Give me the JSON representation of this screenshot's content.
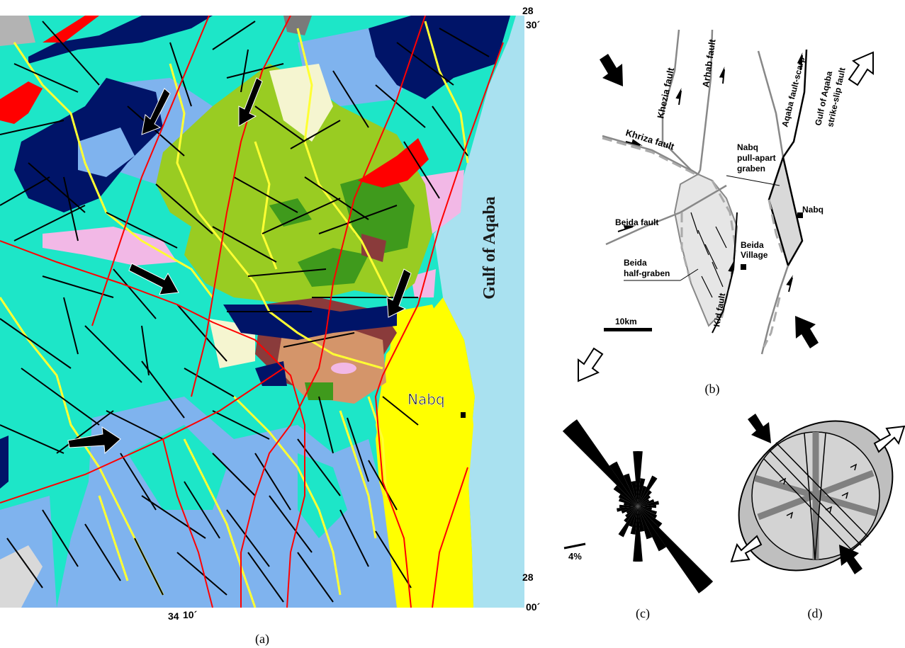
{
  "panel_a": {
    "caption": "(a)",
    "sea_label": "Gulf of Aqaba",
    "town_label": "Nabq",
    "lat_top_deg": "28",
    "lat_top_min": "30´",
    "lat_bottom_deg": "28",
    "lat_bottom_min": "00´",
    "lon_label_deg": "34",
    "lon_label_min": "10´",
    "colors": {
      "sea": "#a9e1f0",
      "coastal_plain": "#ffff00",
      "cyan_unit": "#1de6c8",
      "light_blue_unit": "#7fb3ee",
      "dark_blue_unit": "#001468",
      "green_unit": "#99cc22",
      "dark_green_unit": "#3f9a1c",
      "brown_unit": "#8a3b3b",
      "tan_unit": "#d4956a",
      "pink_unit": "#f2b8e6",
      "red_unit": "#ff0000",
      "grey_unit": "#b3b3b3",
      "cream_unit": "#f5f5d0",
      "fault": "#ff0000",
      "lineament": "#000000",
      "wadi": "#ffff33"
    }
  },
  "panel_b": {
    "caption": "(b)",
    "khezia": "Khezia fault",
    "arhab": "Arhab fault",
    "aqaba_scarp": "Aqaba fault-scarp",
    "gulf_line1": "Gulf of Aqaba",
    "gulf_line2": "strike-slip fault",
    "khriza": "Khriza fault",
    "nabq_graben_1": "Nabq",
    "nabq_graben_2": "pull-apart",
    "nabq_graben_3": "graben",
    "nabq_town": "Nabq",
    "beida_fault": "Beida fault",
    "beida_village_1": "Beida",
    "beida_village_2": "Village",
    "beida_hg_1": "Beida",
    "beida_hg_2": "half-graben",
    "kid": "Kid fault",
    "scale": "10km"
  },
  "panel_c": {
    "caption": "(c)",
    "scale": "4%"
  },
  "panel_d": {
    "caption": "(d)"
  }
}
